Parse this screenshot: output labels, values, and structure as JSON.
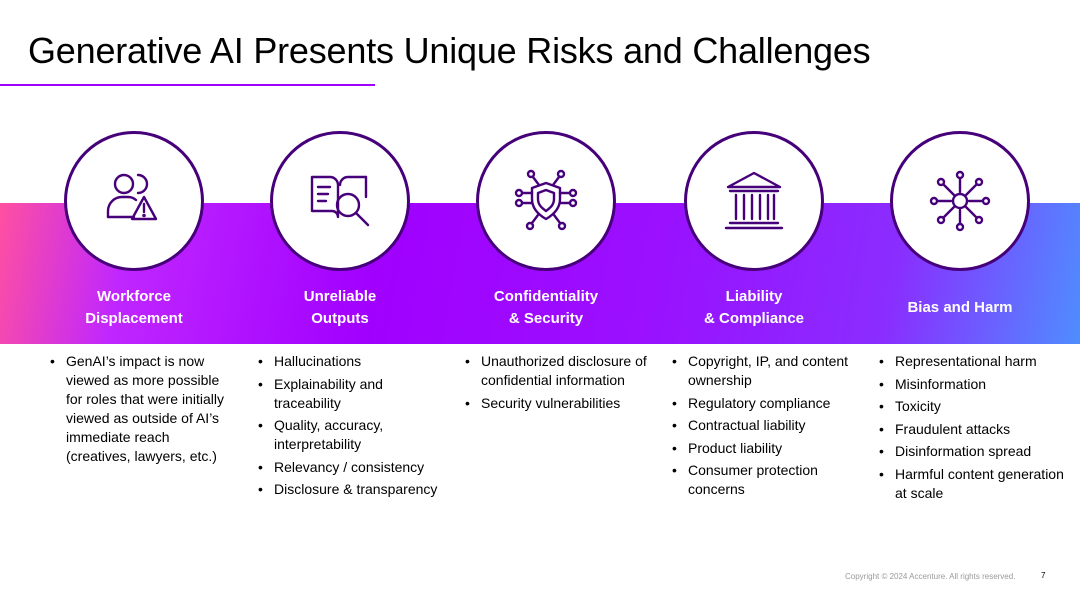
{
  "slide": {
    "title": "Generative AI Presents Unique Risks and Challenges",
    "copyright": "Copyright © 2024 Accenture. All rights reserved.",
    "page_number": "7"
  },
  "colors": {
    "accent": "#a100ff",
    "icon_stroke": "#46007a",
    "band_start": "#ff50a0",
    "band_end": "#4f8dff"
  },
  "columns": [
    {
      "title": "Workforce\nDisplacement",
      "icon": "person-warning-icon",
      "bullets": [
        "GenAI’s impact is now viewed as more possible for roles that were initially viewed as outside of AI’s immediate reach (creatives, lawyers, etc.)"
      ]
    },
    {
      "title": "Unreliable\nOutputs",
      "icon": "book-magnifier-icon",
      "bullets": [
        "Hallucinations",
        "Explainability and traceability",
        "Quality, accuracy, interpretability",
        "Relevancy / consistency",
        "Disclosure & transparency"
      ]
    },
    {
      "title": "Confidentiality\n& Security",
      "icon": "shield-circuit-icon",
      "bullets": [
        "Unauthorized disclosure of confidential information",
        "Security vulnerabilities"
      ]
    },
    {
      "title": "Liability\n& Compliance",
      "icon": "courthouse-icon",
      "bullets": [
        "Copyright, IP, and content ownership",
        "Regulatory compliance",
        "Contractual liability",
        "Product liability",
        "Consumer protection concerns"
      ]
    },
    {
      "title": "Bias and Harm",
      "icon": "network-hub-icon",
      "bullets": [
        "Representational harm",
        "Misinformation",
        "Toxicity",
        "Fraudulent attacks",
        "Disinformation spread",
        "Harmful content generation at scale"
      ]
    }
  ]
}
